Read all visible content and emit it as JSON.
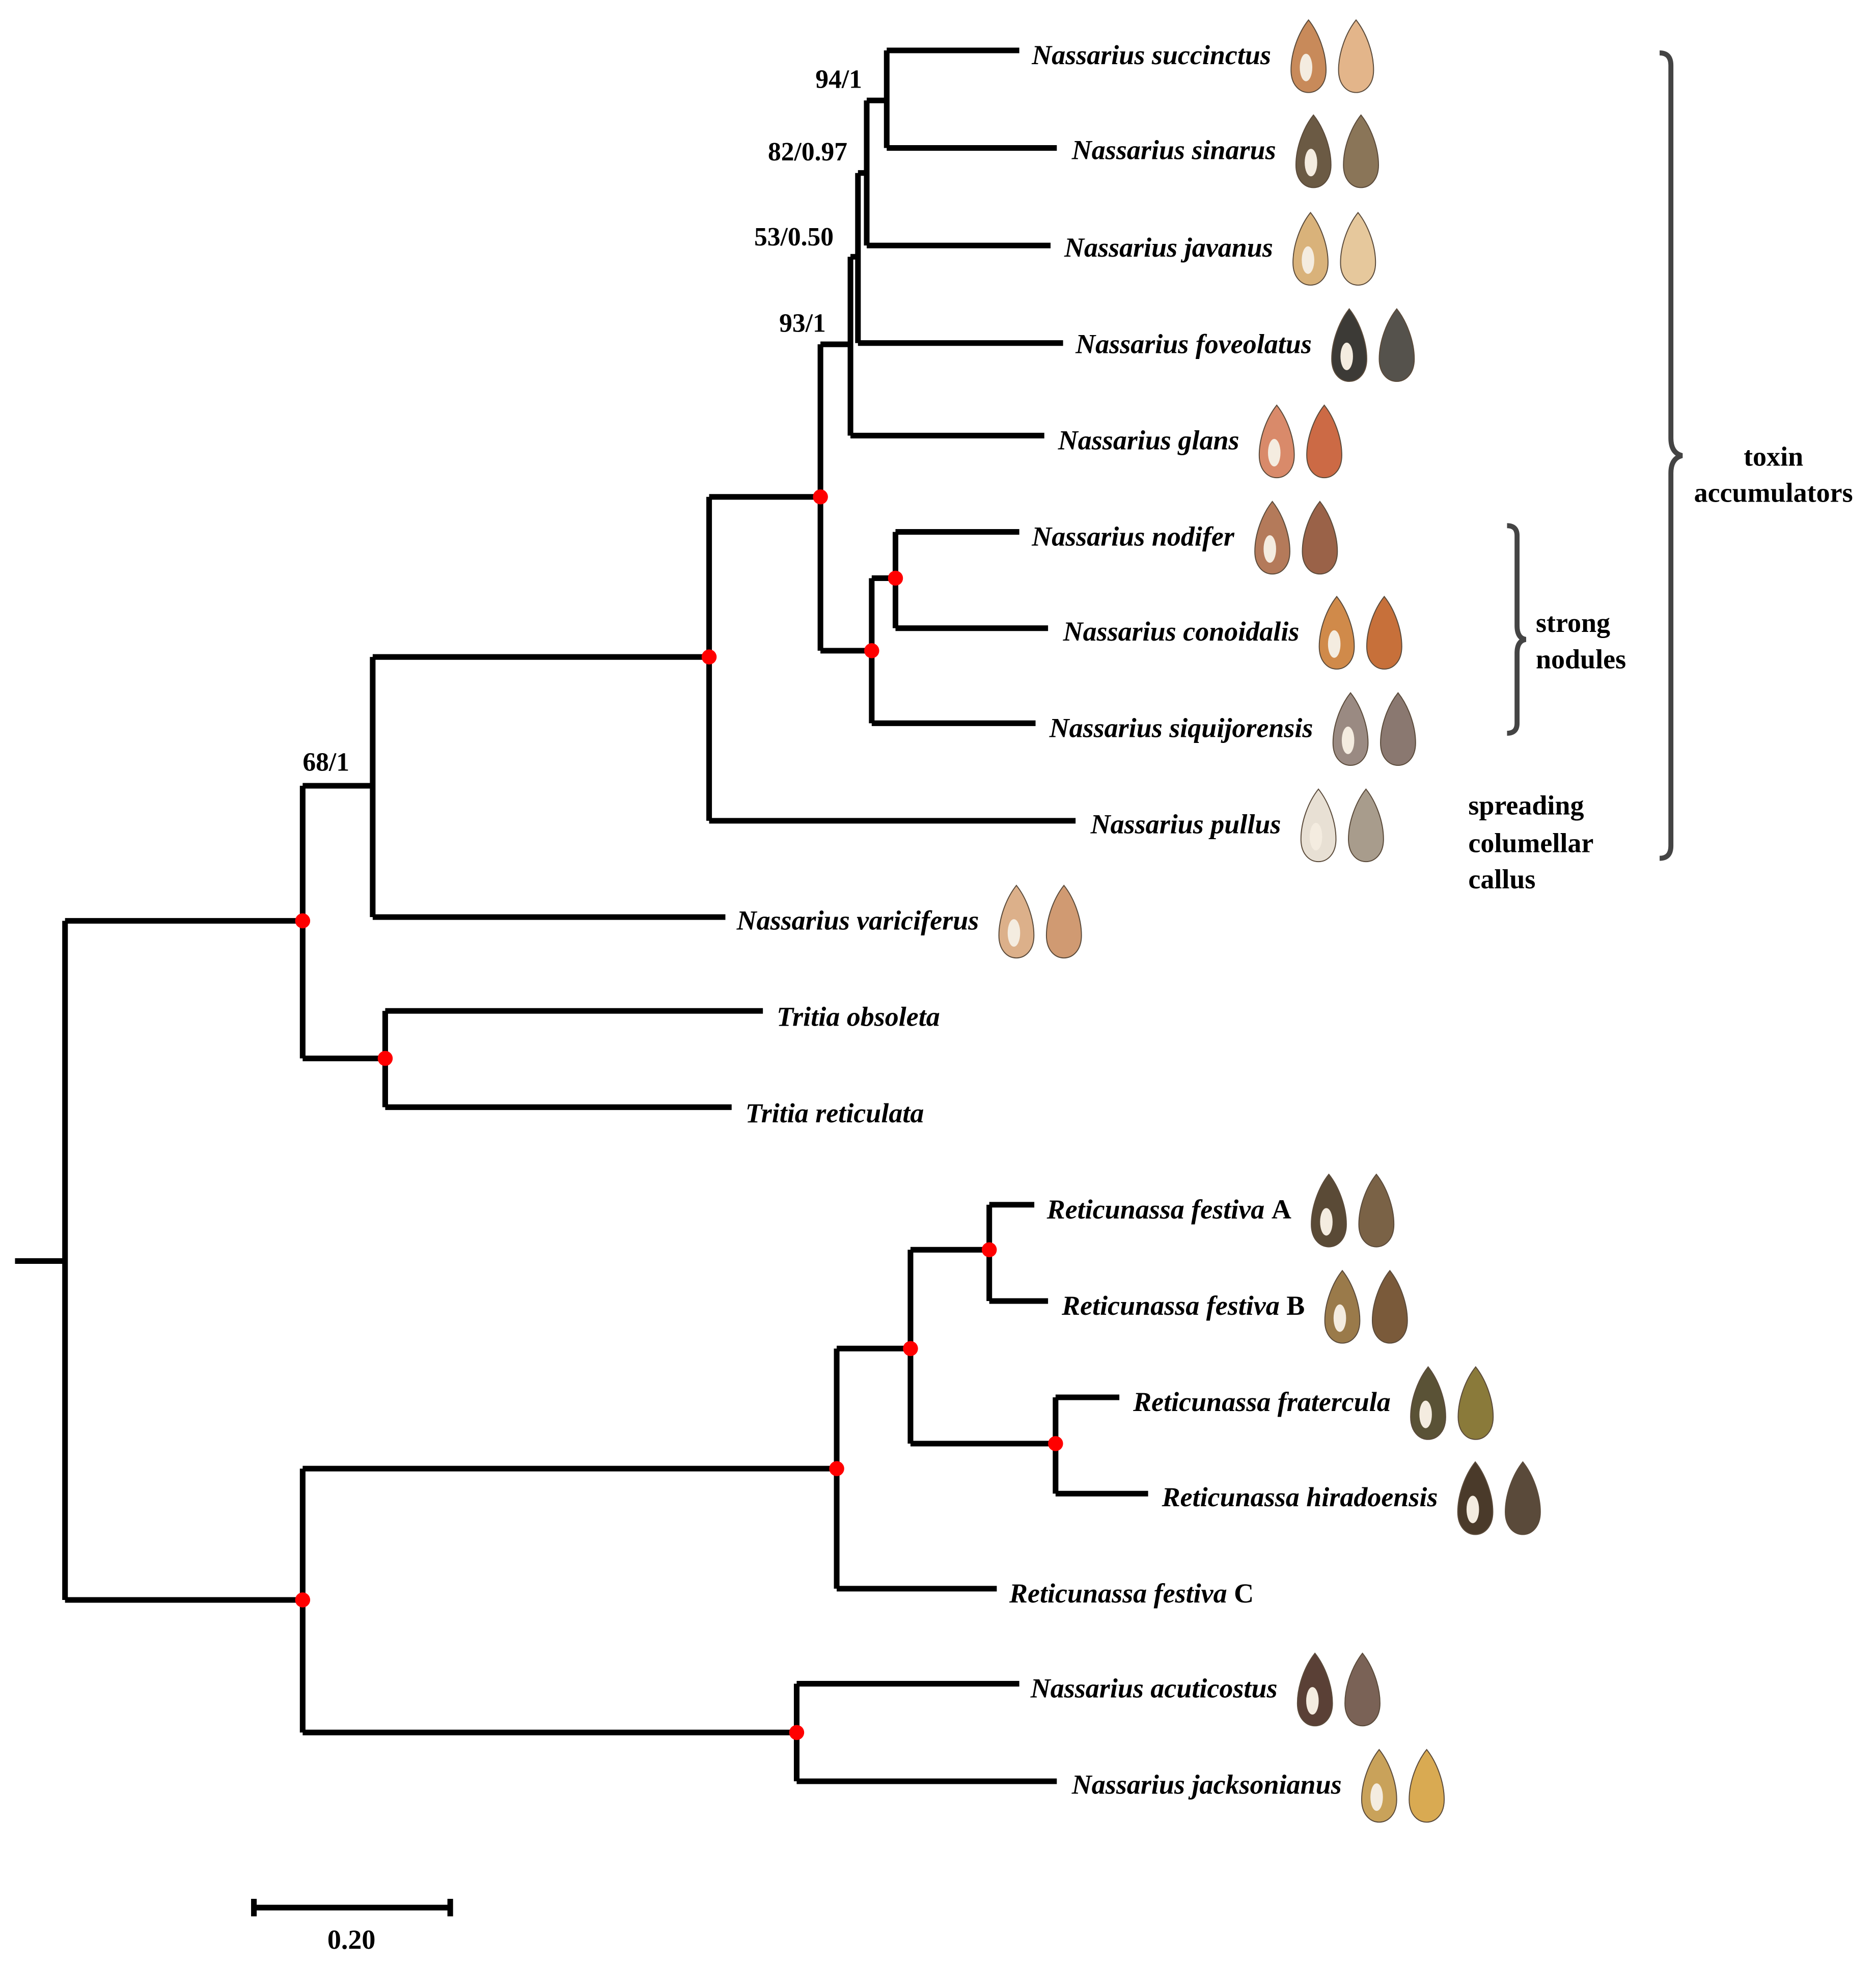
{
  "taxa": [
    {
      "name": "Nassarius succinctus",
      "shell": [
        "#c88a5a",
        "#e3b58a"
      ]
    },
    {
      "name": "Nassarius sinarus",
      "shell": [
        "#6b5a44",
        "#8a7558"
      ]
    },
    {
      "name": "Nassarius javanus",
      "shell": [
        "#d9b27a",
        "#e6c89c"
      ]
    },
    {
      "name": "Nassarius foveolatus",
      "shell": [
        "#3c3a36",
        "#55524c"
      ]
    },
    {
      "name": "Nassarius glans",
      "shell": [
        "#d98a6a",
        "#cc6a45"
      ]
    },
    {
      "name": "Nassarius nodifer",
      "shell": [
        "#b47a5a",
        "#9a6248"
      ]
    },
    {
      "name": "Nassarius conoidalis",
      "shell": [
        "#d08a4a",
        "#c7703a"
      ]
    },
    {
      "name": "Nassarius siquijorensis",
      "shell": [
        "#9a8a82",
        "#8a7870"
      ]
    },
    {
      "name": "Nassarius pullus",
      "shell": [
        "#e8e0d4",
        "#a89c8c"
      ]
    },
    {
      "name": "Nassarius variciferus",
      "shell": [
        "#dcb08a",
        "#d09a72"
      ]
    },
    {
      "name": "Tritia obsoleta"
    },
    {
      "name": "Tritia reticulata"
    },
    {
      "name": "Reticunassa festiva",
      "suffix": "A",
      "shell": [
        "#5a4a36",
        "#7a6246"
      ]
    },
    {
      "name": "Reticunassa festiva",
      "suffix": "B",
      "shell": [
        "#9a7a4a",
        "#7a5a3a"
      ]
    },
    {
      "name": "Reticunassa fratercula",
      "shell": [
        "#5a5236",
        "#8a7a3a"
      ]
    },
    {
      "name": "Reticunassa hiradoensis",
      "shell": [
        "#4a3a2a",
        "#5a4a3a"
      ]
    },
    {
      "name": "Reticunassa festiva",
      "suffix": "C"
    },
    {
      "name": "Nassarius acuticostus",
      "shell": [
        "#5a4036",
        "#7a6256"
      ]
    },
    {
      "name": "Nassarius jacksonianus",
      "shell": [
        "#c9a25a",
        "#d9aa52"
      ]
    }
  ],
  "support_values": [
    "94/1",
    "82/0.97",
    "53/0.50",
    "93/1",
    "68/1"
  ],
  "annotations": {
    "clade_1": [
      "toxin",
      "accumulators"
    ],
    "clade_2": [
      "strong",
      "nodules"
    ],
    "trait_pullus": [
      "spreading",
      "columellar",
      "callus"
    ]
  },
  "scale_bar": {
    "label": "0.20"
  },
  "colors": {
    "branch": "#000000",
    "node_marker": "#ff0000",
    "bracket": "#444444"
  }
}
